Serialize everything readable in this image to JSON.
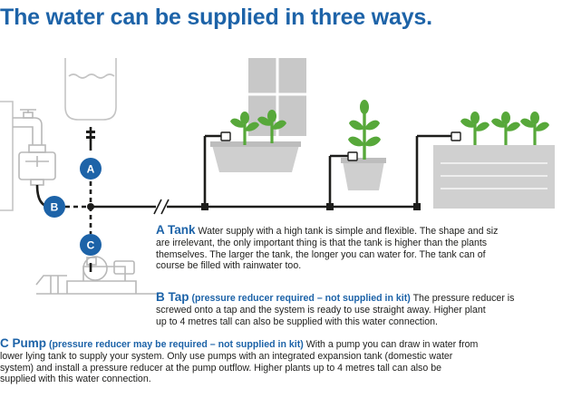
{
  "title": "The water can be supplied in three ways.",
  "badges": {
    "a": "A",
    "b": "B",
    "c": "C"
  },
  "sections": {
    "a": {
      "lead": "A Tank",
      "lines": [
        "Water supply with a high tank is simple and flexible. The shape and siz",
        "are irrelevant, the only important thing is that the tank is higher than the plants",
        "themselves. The larger the tank, the longer you can water for. The tank can of",
        "course be filled with rainwater too."
      ]
    },
    "b": {
      "lead": "B Tap",
      "note": "(pressure reducer required – not supplied in kit)",
      "lines": [
        "The pressure reducer is",
        "screwed onto a tap and the system is ready to use straight away. Higher plant",
        "up to 4 metres tall can also be supplied with this water connection."
      ]
    },
    "c": {
      "lead": "C Pump",
      "note": "(pressure reducer may be required – not supplied in kit)",
      "lines": [
        "With a pump you can draw in water from",
        "lower lying tank to supply your system. Only use pumps with an integrated expansion tank (domestic water",
        "system) and install a pressure reducer at the pump outflow. Higher plants up to 4 metres tall can also be",
        "supplied with this water connection."
      ]
    }
  },
  "colors": {
    "title": "#1d63a8",
    "badge": "#1d63a8",
    "line": "#1d1d1b",
    "outline": "#b8b8b8",
    "fill_grey": "#cfcfcf",
    "leaf_green": "#57a83a"
  }
}
